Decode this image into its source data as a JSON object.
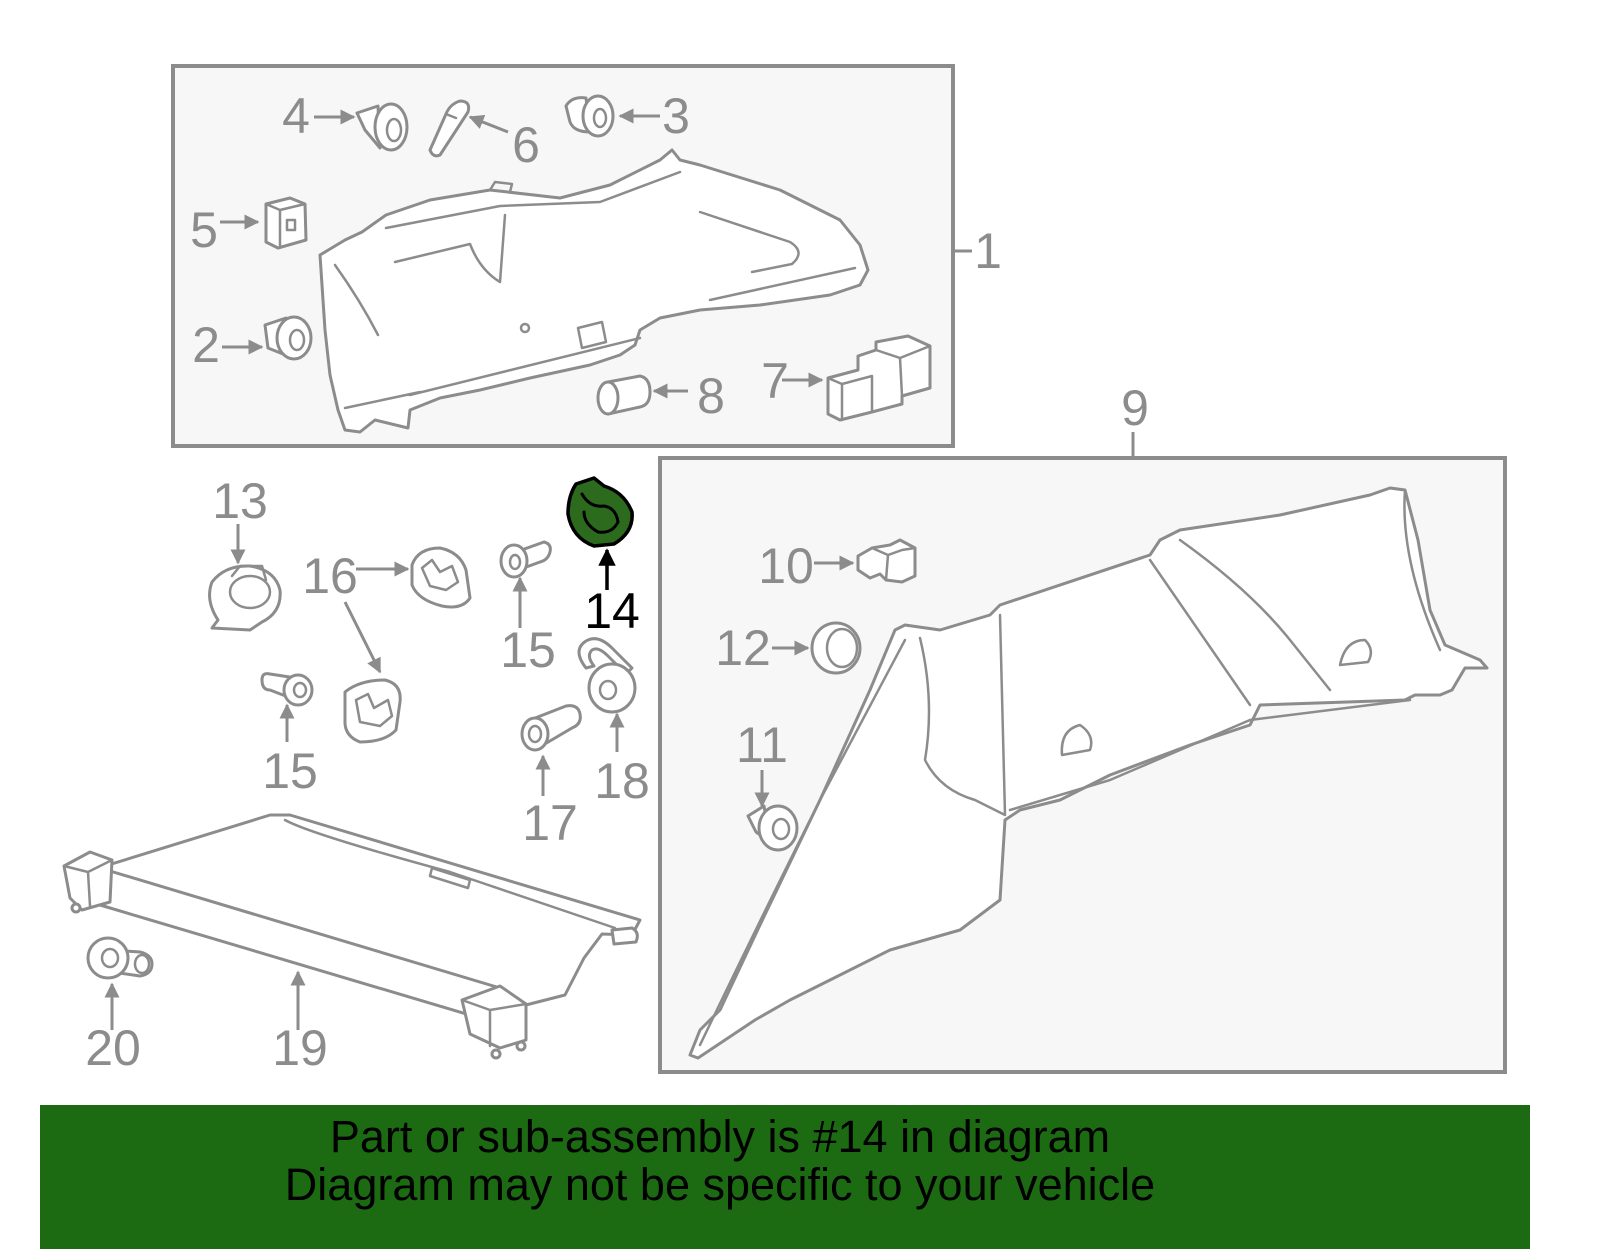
{
  "diagram": {
    "callouts": {
      "n1": "1",
      "n2": "2",
      "n3": "3",
      "n4": "4",
      "n5": "5",
      "n6": "6",
      "n7": "7",
      "n8": "8",
      "n9": "9",
      "n10": "10",
      "n11": "11",
      "n12": "12",
      "n13": "13",
      "n14": "14",
      "n15_upper": "15",
      "n15_lower": "15",
      "n16": "16",
      "n17": "17",
      "n18": "18",
      "n19": "19",
      "n20": "20"
    }
  },
  "banner": {
    "line1": "Part or sub-assembly is #14 in diagram",
    "line2": "Diagram may not be specific to your vehicle"
  },
  "colors": {
    "outline": "#8c8c8c",
    "box_fill": "#f7f7f7",
    "highlight_fill": "#2c6a1d",
    "highlight_label": "#000000",
    "banner_background": "#1c6b13",
    "banner_text": "#000000"
  }
}
